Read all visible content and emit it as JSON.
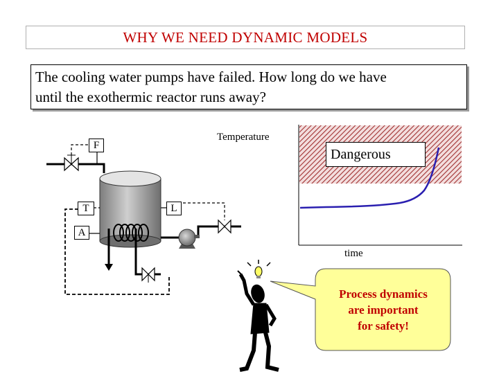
{
  "title": "WHY WE NEED DYNAMIC MODELS",
  "question": {
    "line1": "The cooling water pumps have failed.  How long do we have",
    "line2": "until the exothermic reactor runs away?"
  },
  "process": {
    "flow_tag": "F",
    "temperature_tag": "T",
    "analyzer_tag": "A",
    "level_tag": "L"
  },
  "plot": {
    "ylabel": "Temperature",
    "xlabel": "time",
    "zone_label": "Dangerous"
  },
  "callout": {
    "line1": "Process dynamics",
    "line2": "are important",
    "line3": "for safety!"
  },
  "colors": {
    "title": "#c00000",
    "danger_hatch": "#a03030",
    "curve": "#2a1fb0",
    "bubble": "#ffff99",
    "callout_text": "#c00000"
  }
}
